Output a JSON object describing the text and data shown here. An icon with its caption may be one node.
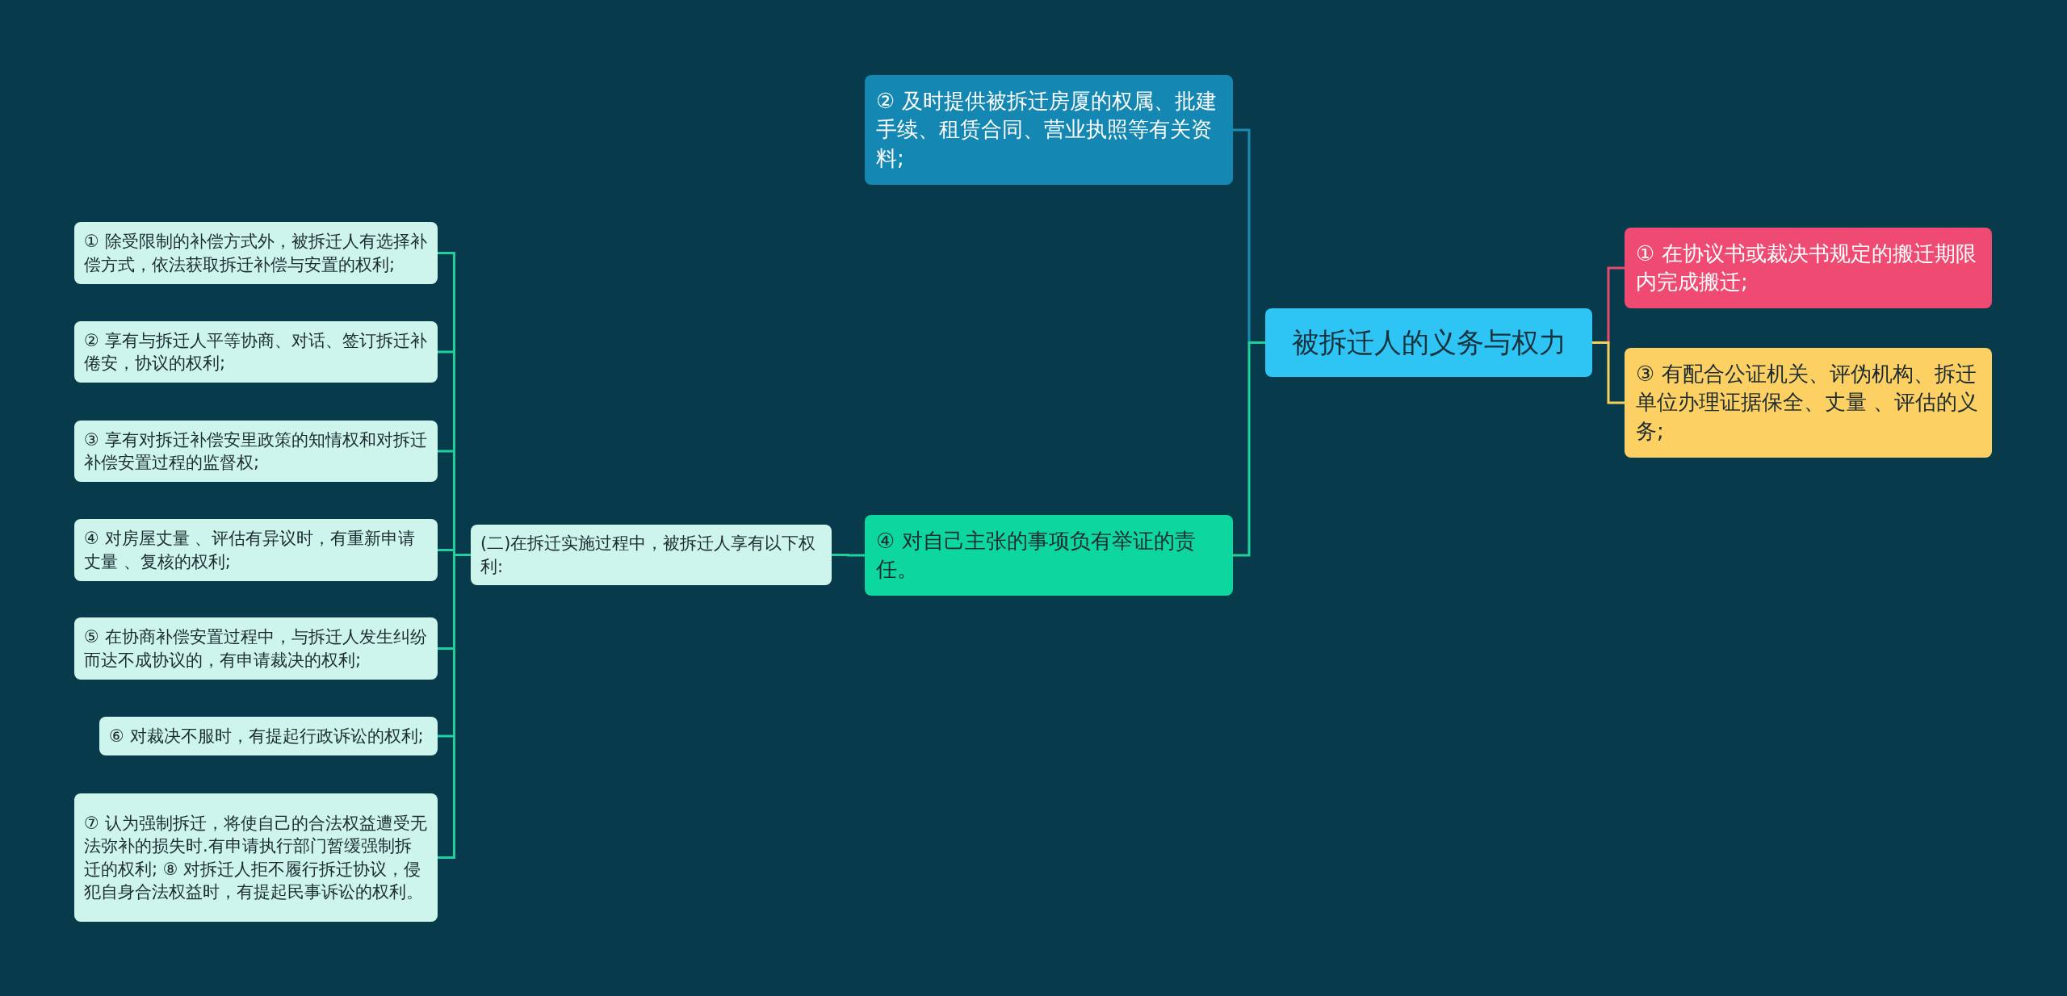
{
  "diagram": {
    "nodes": [
      {
        "text": [
          "被拆迁人的义务与权力"
        ]
      },
      {
        "text": [
          "② 及时提供被拆迁房厦的权属、批建手续、租赁合同、营业执照等有关资料;"
        ]
      },
      {
        "text": [
          "① 在协议书或裁决书规定的搬迁期限内完成搬迁;"
        ]
      },
      {
        "text": [
          "③ 有配合公证机关、评伪机构、拆迁单位办理证据保全、丈量 、评估的义务;"
        ]
      },
      {
        "text": [
          "④ 对自己主张的事项负有举证的责任。"
        ]
      },
      {
        "text": [
          "(二)在拆迁实施过程中，被拆迁人享有以下权利:"
        ]
      },
      {
        "text": [
          "① 除受限制的补偿方式外，被拆迁人有选择补偿方式，依法获取拆迁补偿与安置的权利;"
        ]
      },
      {
        "text": [
          "② 享有与拆迁人平等协商、对话、签订拆迁补倦安，协议的权利;"
        ]
      },
      {
        "text": [
          "③ 享有对拆迁补偿安里政策的知情权和对拆迁补偿安置过程的监督权;"
        ]
      },
      {
        "text": [
          "④ 对房屋丈量 、评估有异议时，有重新申请丈量 、复核的权利;"
        ]
      },
      {
        "text": [
          "⑤ 在协商补偿安置过程中，与拆迁人发生纠纷而达不成协议的，有申请裁决的权利;"
        ]
      },
      {
        "text": [
          "⑥ 对裁决不服时，有提起行政诉讼的权利;"
        ]
      },
      {
        "text": [
          "⑦ 认为强制拆迁，将使自己的合法权益遭受无法弥补的损失时.有申请执行部门暂缓强制拆迁的权利; ⑧ 对拆迁人拒不履行拆迁协议，侵犯自身合法权益时，有提起民事诉讼的权利。"
        ]
      }
    ],
    "edges": [
      {
        "from": 0,
        "to": 1,
        "arrow": "none",
        "color": "#1a8ab5"
      },
      {
        "from": 0,
        "to": 2,
        "arrow": "none",
        "color": "#e8496f"
      },
      {
        "from": 0,
        "to": 3,
        "arrow": "none",
        "color": "#f7cf5a"
      },
      {
        "from": 0,
        "to": 4,
        "arrow": "none"
      },
      {
        "from": 4,
        "to": 5,
        "arrow": "none"
      },
      {
        "from": 5,
        "to": 6,
        "arrow": "none"
      },
      {
        "from": 5,
        "to": 7,
        "arrow": "none"
      },
      {
        "from": 5,
        "to": 8,
        "arrow": "none"
      },
      {
        "from": 5,
        "to": 9,
        "arrow": "none"
      },
      {
        "from": 5,
        "to": 10,
        "arrow": "none"
      },
      {
        "from": 5,
        "to": 11,
        "arrow": "none"
      },
      {
        "from": 5,
        "to": 12,
        "arrow": "none"
      }
    ]
  }
}
